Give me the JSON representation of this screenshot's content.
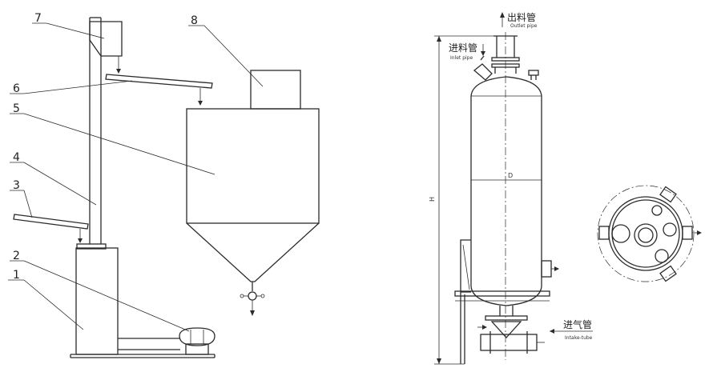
{
  "left_diagram": {
    "callouts": [
      "1",
      "2",
      "3",
      "4",
      "5",
      "6",
      "7",
      "8"
    ]
  },
  "right_diagram": {
    "outlet": {
      "cn": "出料管",
      "en": "Outlet pipe"
    },
    "inlet": {
      "cn": "进料管",
      "en": "Inlet pipe"
    },
    "intake": {
      "cn": "进气管",
      "en": "Intake-tube"
    },
    "dim_height": "H",
    "dim_diameter": "D"
  }
}
